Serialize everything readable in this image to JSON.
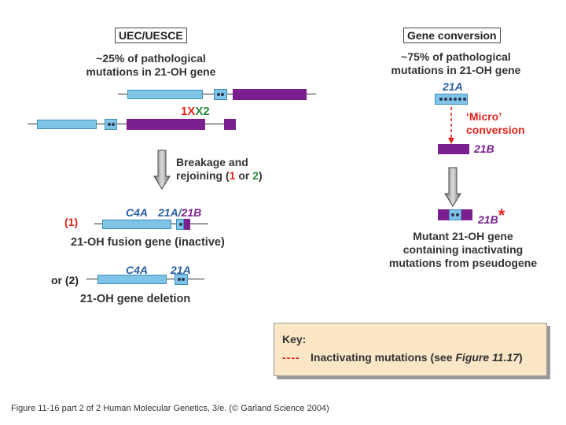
{
  "left": {
    "title": "UEC/UESCE",
    "desc_line1": "~25% of pathological",
    "desc_line2": "mutations in 21-OH gene",
    "crossover_1": "1",
    "crossover_x1": "X",
    "crossover_x2": "X",
    "crossover_2": "2",
    "step_line1": "Breakage and",
    "step_line2_a": "rejoining (",
    "step_line2_1": "1",
    "step_line2_or": " or ",
    "step_line2_2": "2",
    "step_line2_b": ")",
    "outcome1_label": "(1)",
    "outcome1_gene_c4a": "C4A",
    "outcome1_gene_21a": "21A/",
    "outcome1_gene_21b": "21B",
    "outcome1_caption": "21-OH fusion gene (inactive)",
    "outcome2_label": "or (2)",
    "outcome2_gene_c4a": "C4A",
    "outcome2_gene_21a": "21A",
    "outcome2_caption": "21-OH gene deletion"
  },
  "right": {
    "title": "Gene conversion",
    "desc_line1": "~75% of pathological",
    "desc_line2": "mutations in 21-OH gene",
    "gene_21a": "21A",
    "micro_line1": "‘Micro’",
    "micro_line2": "conversion",
    "gene_21b": "21B",
    "gene_21b_star": "21B",
    "star": "*",
    "result_line1": "Mutant 21-OH gene",
    "result_line2": "containing inactivating",
    "result_line3": "mutations from pseudogene"
  },
  "key": {
    "title": "Key:",
    "symbol": "----",
    "text_a": "Inactivating mutations (see ",
    "text_fig": "Figure 11.17",
    "text_b": ")"
  },
  "caption": "Figure 11-16 part 2 of 2 Human Molecular Genetics, 3/e. (© Garland Science 2004)",
  "colors": {
    "c4a_gene": "#7fc4e6",
    "cyp21b_gene": "#7b1f8f",
    "mutation": "#e0241c",
    "key_background": "#fbe6c6"
  }
}
